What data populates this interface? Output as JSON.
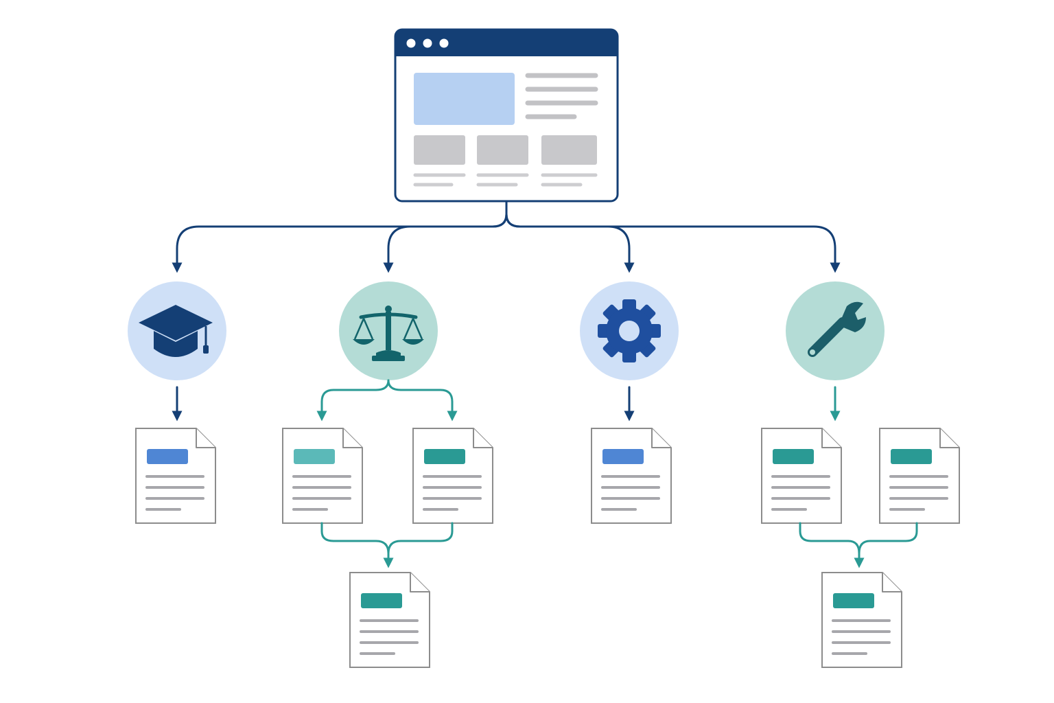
{
  "colors": {
    "navy": "#143f75",
    "teal": "#2a9a94",
    "teal_light": "#5bb9b8",
    "blue_accent": "#4f86d4",
    "blue_circle": "#cfe0f7",
    "teal_circle": "#b4dcd6",
    "placeholder_gray": "#c8c8cb",
    "placeholder_blue": "#b6d0f2",
    "document_border": "#8c8c8c"
  },
  "window": {
    "icon": "browser-window-icon",
    "controls": [
      "window-dot",
      "window-dot",
      "window-dot"
    ]
  },
  "categories": [
    {
      "key": "education",
      "icon": "graduation-cap-icon",
      "circle_color": "#cfe0f7",
      "documents": 1,
      "merged_output": false,
      "accent": "#4f86d4"
    },
    {
      "key": "legal",
      "icon": "scales-icon",
      "circle_color": "#b4dcd6",
      "documents": 2,
      "merged_output": true,
      "accent": "#2a9a94"
    },
    {
      "key": "settings",
      "icon": "gear-icon",
      "circle_color": "#cfe0f7",
      "documents": 1,
      "merged_output": false,
      "accent": "#4f86d4"
    },
    {
      "key": "maintenance",
      "icon": "wrench-icon",
      "circle_color": "#b4dcd6",
      "documents": 2,
      "merged_output": true,
      "accent": "#2a9a94"
    }
  ],
  "document_icon": "document-icon"
}
